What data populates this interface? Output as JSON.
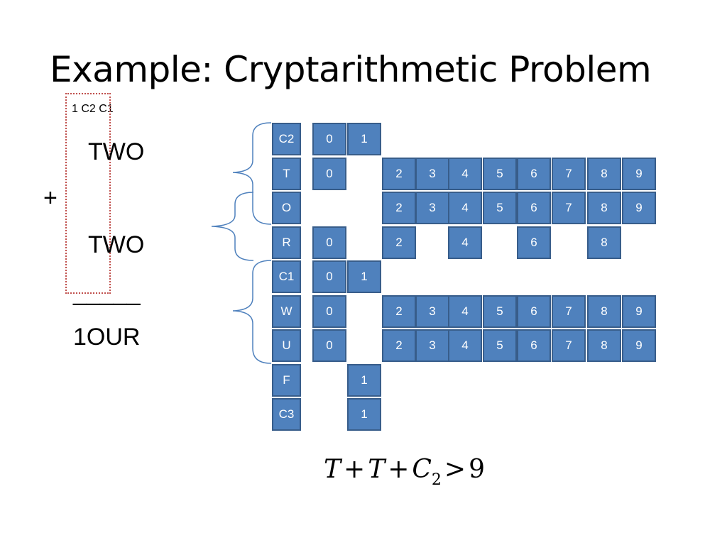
{
  "slide": {
    "title": "Example: Cryptarithmetic Problem",
    "carries": "1 C2 C1",
    "addend1": "TWO",
    "plus": "+",
    "addend2": "TWO",
    "rule": "_____",
    "sum": "1OUR"
  },
  "domain_table": {
    "rows": [
      {
        "variable": "C2",
        "values": [
          "0",
          "1"
        ]
      },
      {
        "variable": "T",
        "values": [
          "0",
          "2",
          "3",
          "4",
          "5",
          "6",
          "7",
          "8",
          "9"
        ]
      },
      {
        "variable": "O",
        "values": [
          "2",
          "3",
          "4",
          "5",
          "6",
          "7",
          "8",
          "9"
        ]
      },
      {
        "variable": "R",
        "values": [
          "0",
          "2",
          "4",
          "6",
          "8"
        ]
      },
      {
        "variable": "C1",
        "values": [
          "0",
          "1"
        ]
      },
      {
        "variable": "W",
        "values": [
          "0",
          "2",
          "3",
          "4",
          "5",
          "6",
          "7",
          "8",
          "9"
        ]
      },
      {
        "variable": "U",
        "values": [
          "0",
          "2",
          "3",
          "4",
          "5",
          "6",
          "7",
          "8",
          "9"
        ]
      },
      {
        "variable": "F",
        "values": [
          "1"
        ]
      },
      {
        "variable": "C3",
        "values": [
          "1"
        ]
      }
    ],
    "value_columns": [
      "0",
      "1",
      "2",
      "3",
      "4",
      "5",
      "6",
      "7",
      "8",
      "9"
    ],
    "cell_color": "#4f81bd",
    "cell_border_color": "#385d8a",
    "brace_color": "#4f81bd"
  },
  "constraint": {
    "t1": "T",
    "plus1": "+",
    "t2": "T",
    "plus2": "+",
    "c": "C",
    "c_sub": "2",
    "gt": ">",
    "nine": "9"
  }
}
